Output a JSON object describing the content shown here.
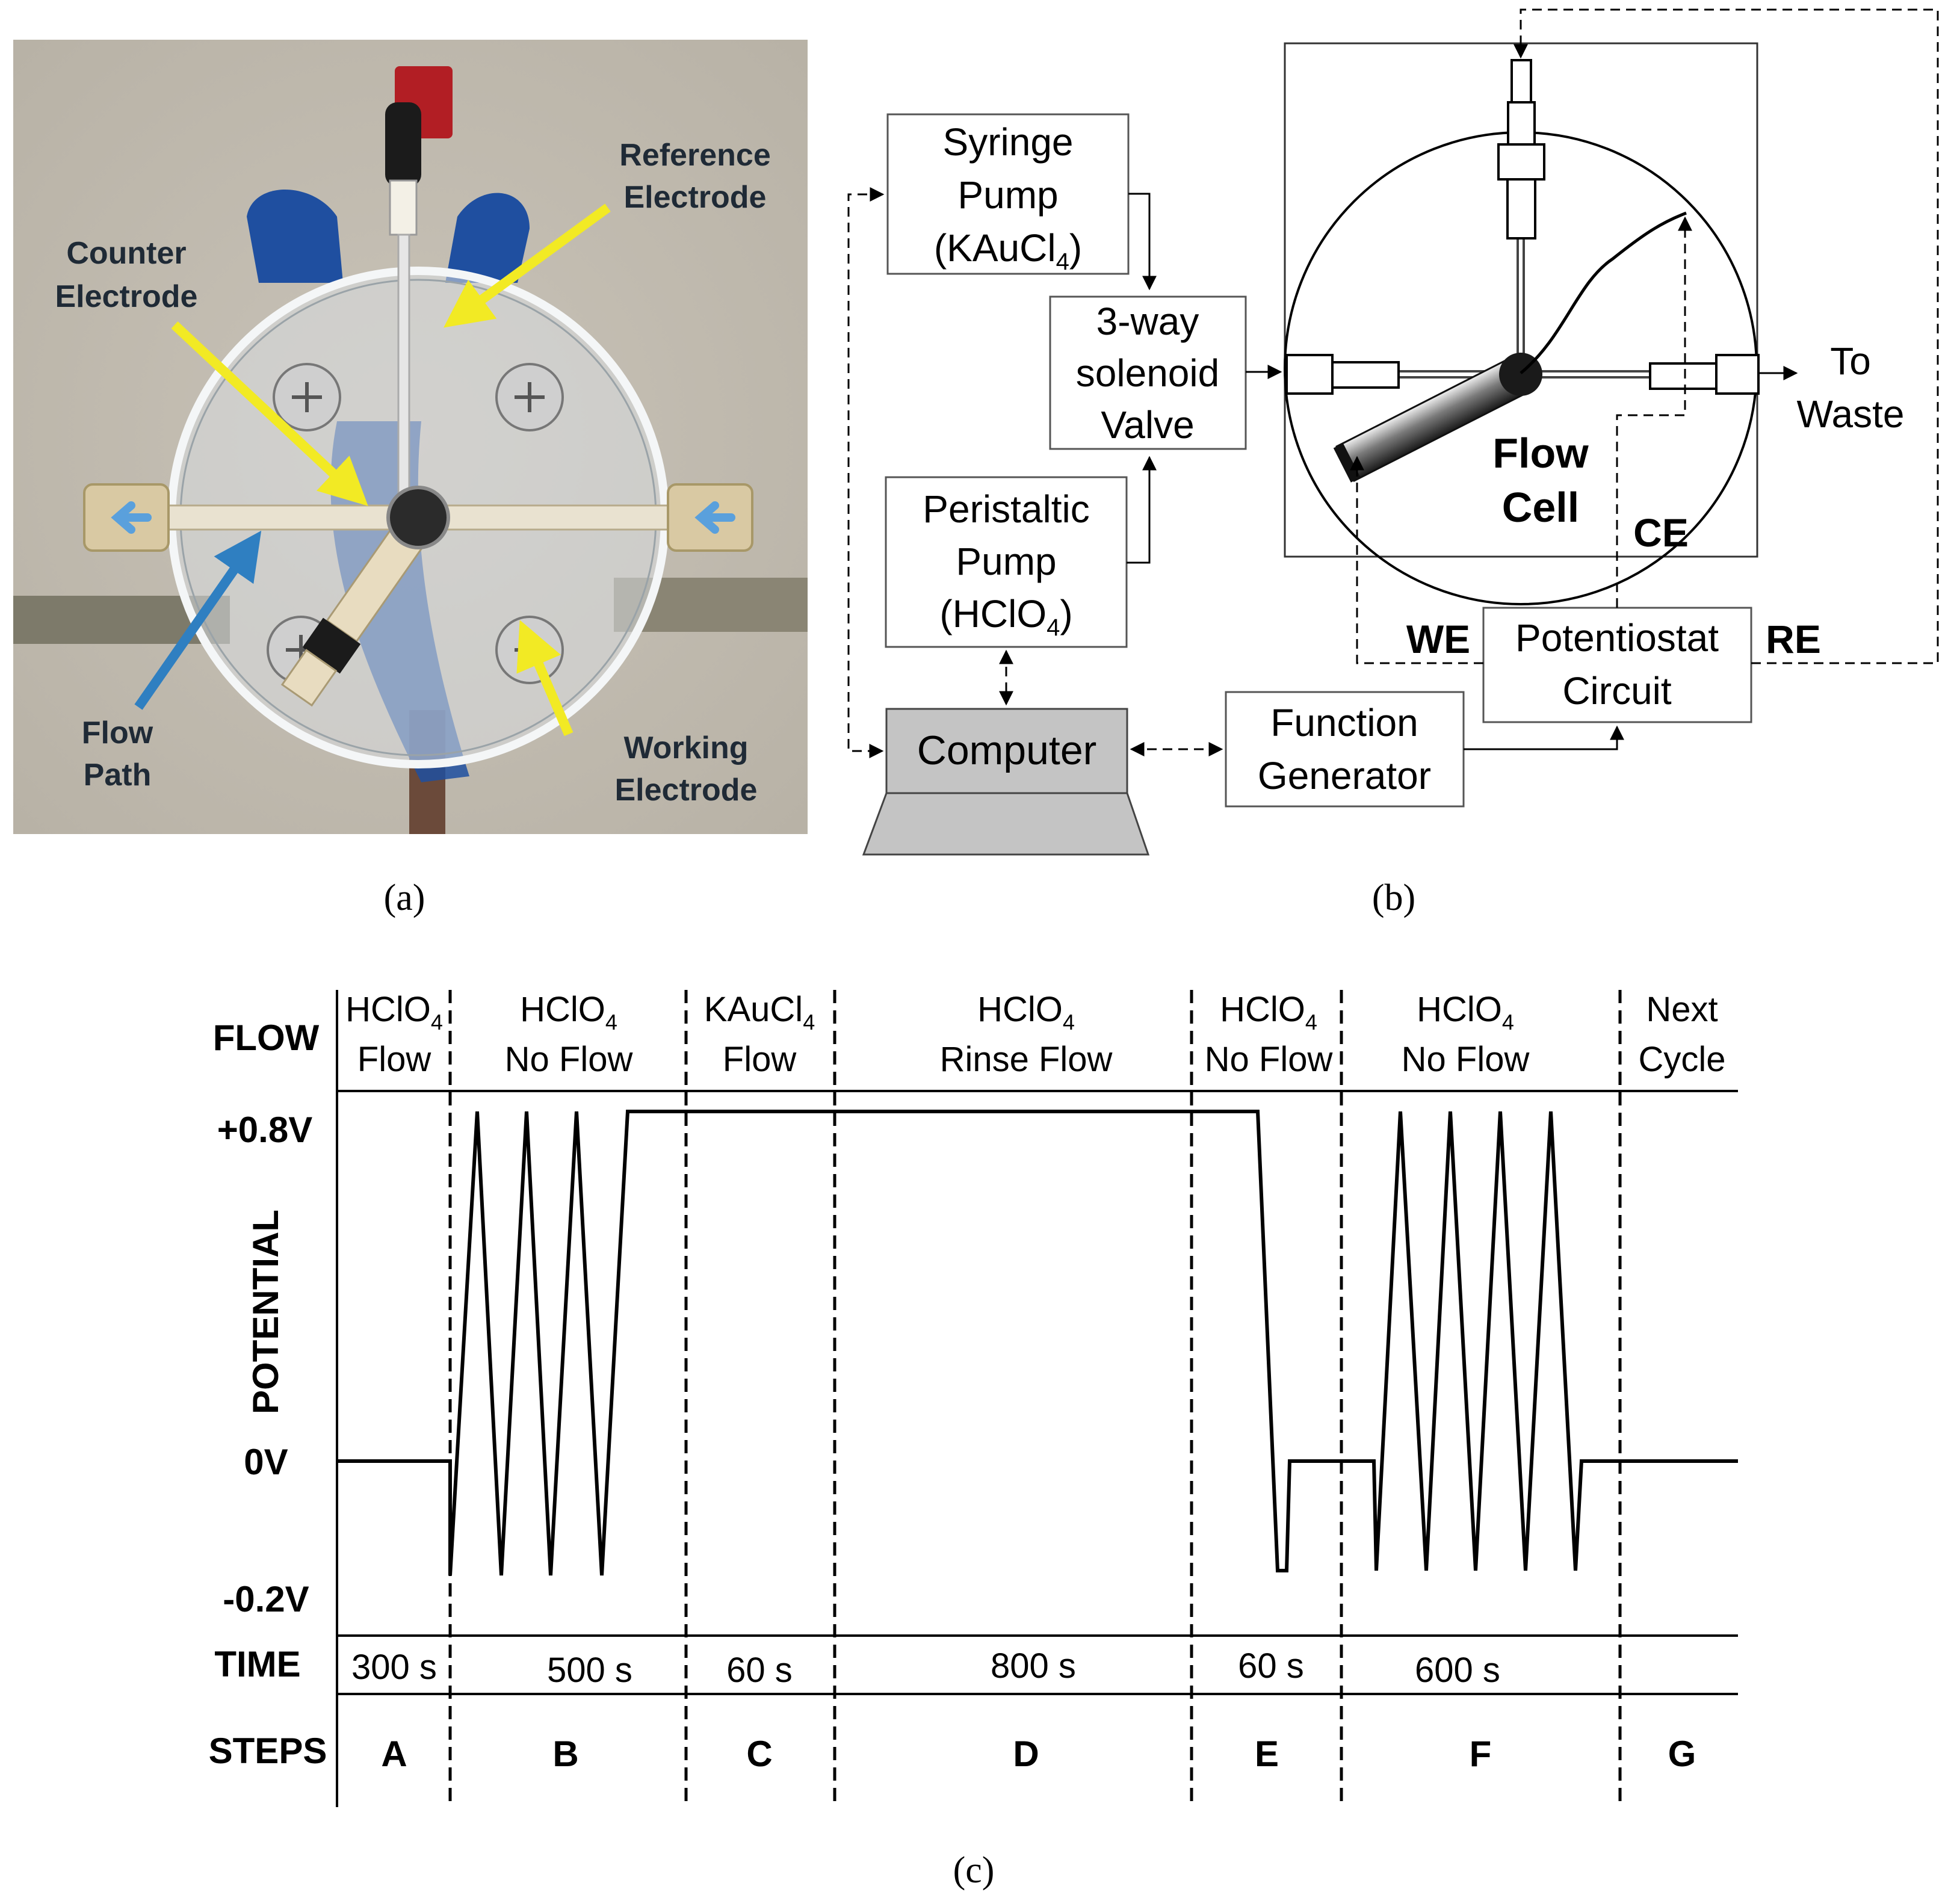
{
  "panel_a": {
    "caption": "(a)",
    "labels": {
      "reference_electrode": [
        "Reference",
        "Electrode"
      ],
      "counter_electrode": [
        "Counter",
        "Electrode"
      ],
      "flow_path": [
        "Flow",
        "Path"
      ],
      "working_electrode": [
        "Working",
        "Electrode"
      ]
    },
    "colors": {
      "arrow_yellow": "#f2ea24",
      "arrow_blue": "#2f7fc1",
      "flow_arrow_light": "#5aa0dc"
    }
  },
  "panel_b": {
    "caption": "(b)",
    "syringe_pump": {
      "line1": "Syringe",
      "line2": "Pump",
      "line3_prefix": "(KAuCl",
      "line3_sub": "4",
      "line3_suffix": ")"
    },
    "valve": {
      "line1": "3-way",
      "line2": "solenoid",
      "line3": "Valve"
    },
    "peristaltic_pump": {
      "line1": "Peristaltic",
      "line2": "Pump",
      "line3_prefix": "(HClO",
      "line3_sub": "4",
      "line3_suffix": ")"
    },
    "computer": "Computer",
    "function_generator": {
      "line1": "Function",
      "line2": "Generator"
    },
    "potentiostat": {
      "line1": "Potentiostat",
      "line2": "Circuit"
    },
    "flow_cell": {
      "line1": "Flow",
      "line2": "Cell"
    },
    "to_waste": {
      "line1": "To",
      "line2": "Waste"
    },
    "electrode_labels": {
      "ce": "CE",
      "we": "WE",
      "re": "RE"
    }
  },
  "panel_c": {
    "caption": "(c)",
    "row_labels": {
      "flow": "FLOW",
      "potential": "POTENTIAL",
      "time": "TIME",
      "steps": "STEPS"
    },
    "y_ticks": [
      "+0.8V",
      "0V",
      "-0.2V"
    ],
    "segments": [
      {
        "step": "A",
        "flow_prefix": "HClO",
        "flow_sub": "4",
        "flow_line2": "Flow",
        "time": "300 s"
      },
      {
        "step": "B",
        "flow_prefix": "HClO",
        "flow_sub": "4",
        "flow_line2": "No Flow",
        "time": "500 s"
      },
      {
        "step": "C",
        "flow_prefix": "KAuCl",
        "flow_sub": "4",
        "flow_line2": "Flow",
        "time": "60 s"
      },
      {
        "step": "D",
        "flow_prefix": "HClO",
        "flow_sub": "4",
        "flow_line2": "Rinse Flow",
        "time": "800 s"
      },
      {
        "step": "E",
        "flow_prefix": "HClO",
        "flow_sub": "4",
        "flow_line2": "No Flow",
        "time": "60 s"
      },
      {
        "step": "F",
        "flow_prefix": "HClO",
        "flow_sub": "4",
        "flow_line2": "No Flow",
        "time": "600 s"
      },
      {
        "step": "G",
        "flow_prefix": "Next",
        "flow_sub": "",
        "flow_line2": "Cycle",
        "time": ""
      }
    ]
  }
}
